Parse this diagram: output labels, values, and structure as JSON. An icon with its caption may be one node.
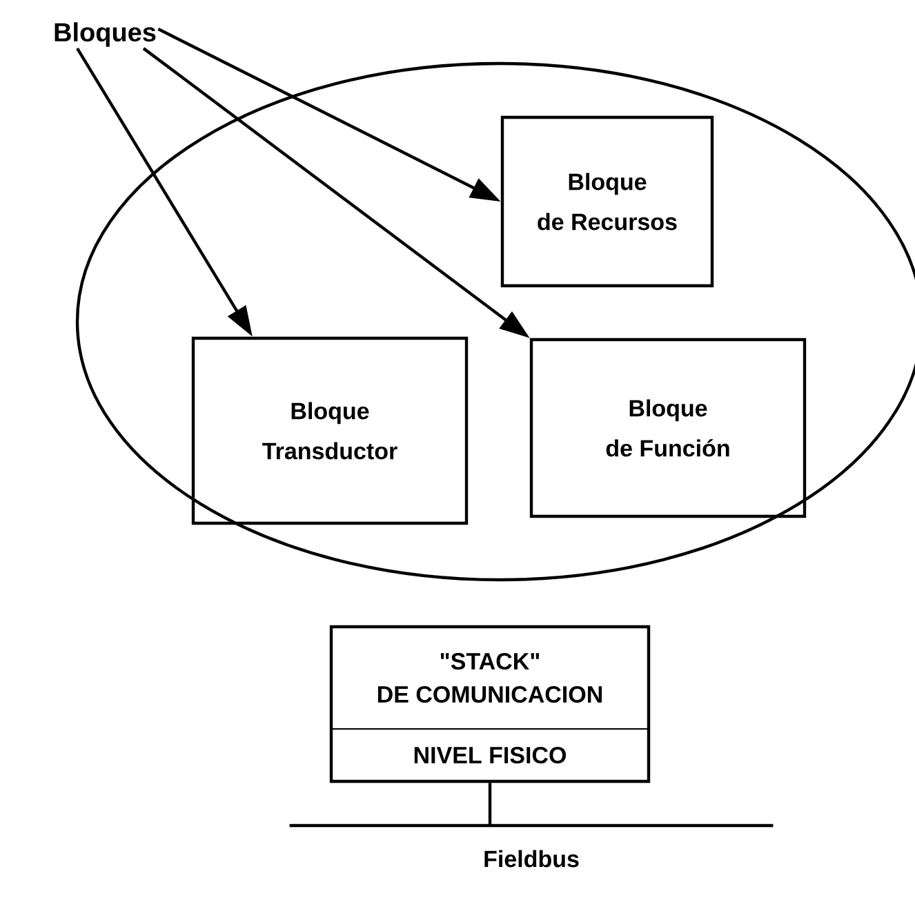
{
  "diagram": {
    "nodes": [
      {
        "text": [
          "Bloques"
        ]
      },
      {
        "text": [],
        "shape": "circle"
      },
      {
        "text": [
          "Bloque de Recursos"
        ],
        "in": 1
      },
      {
        "text": [
          "Bloque Transductor"
        ],
        "in": 1
      },
      {
        "text": [
          "Bloque de Función"
        ],
        "in": 1
      },
      {
        "text": [
          "\"STACK\" DE COMUNICACION",
          "NIVEL FISICO"
        ]
      },
      {
        "text": [],
        "shape": "bar",
        "beside": [
          "Fieldbus"
        ]
      }
    ],
    "edges": [
      {
        "from": 0,
        "to": 3,
        "arrow": "to"
      },
      {
        "from": 0,
        "to": 4,
        "arrow": "to"
      },
      {
        "from": 0,
        "to": 2,
        "arrow": "to"
      },
      {
        "from": 5,
        "to": 6,
        "arrow": "none"
      }
    ]
  }
}
